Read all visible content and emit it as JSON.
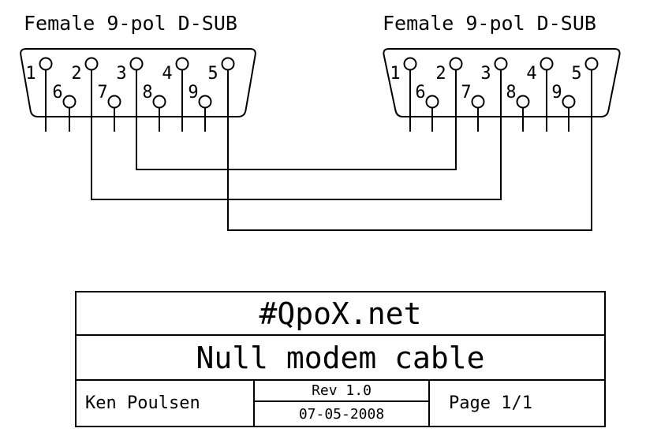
{
  "colors": {
    "line": "#000000",
    "background": "#ffffff"
  },
  "diagram": {
    "connectors": [
      {
        "side": "left",
        "label": "Female 9-pol D-SUB",
        "pins": [
          "1",
          "2",
          "3",
          "4",
          "5",
          "6",
          "7",
          "8",
          "9"
        ]
      },
      {
        "side": "right",
        "label": "Female 9-pol D-SUB",
        "pins": [
          "1",
          "2",
          "3",
          "4",
          "5",
          "6",
          "7",
          "8",
          "9"
        ]
      }
    ],
    "wiring": [
      {
        "from_connector": "left",
        "from_pin": "3",
        "to_connector": "right",
        "to_pin": "2"
      },
      {
        "from_connector": "left",
        "from_pin": "2",
        "to_connector": "right",
        "to_pin": "3"
      },
      {
        "from_connector": "left",
        "from_pin": "5",
        "to_connector": "right",
        "to_pin": "5"
      }
    ]
  },
  "title_block": {
    "site": "#QpoX.net",
    "title": "Null modem cable",
    "author": "Ken Poulsen",
    "revision": "Rev 1.0",
    "date": "07-05-2008",
    "page": "Page 1/1"
  }
}
